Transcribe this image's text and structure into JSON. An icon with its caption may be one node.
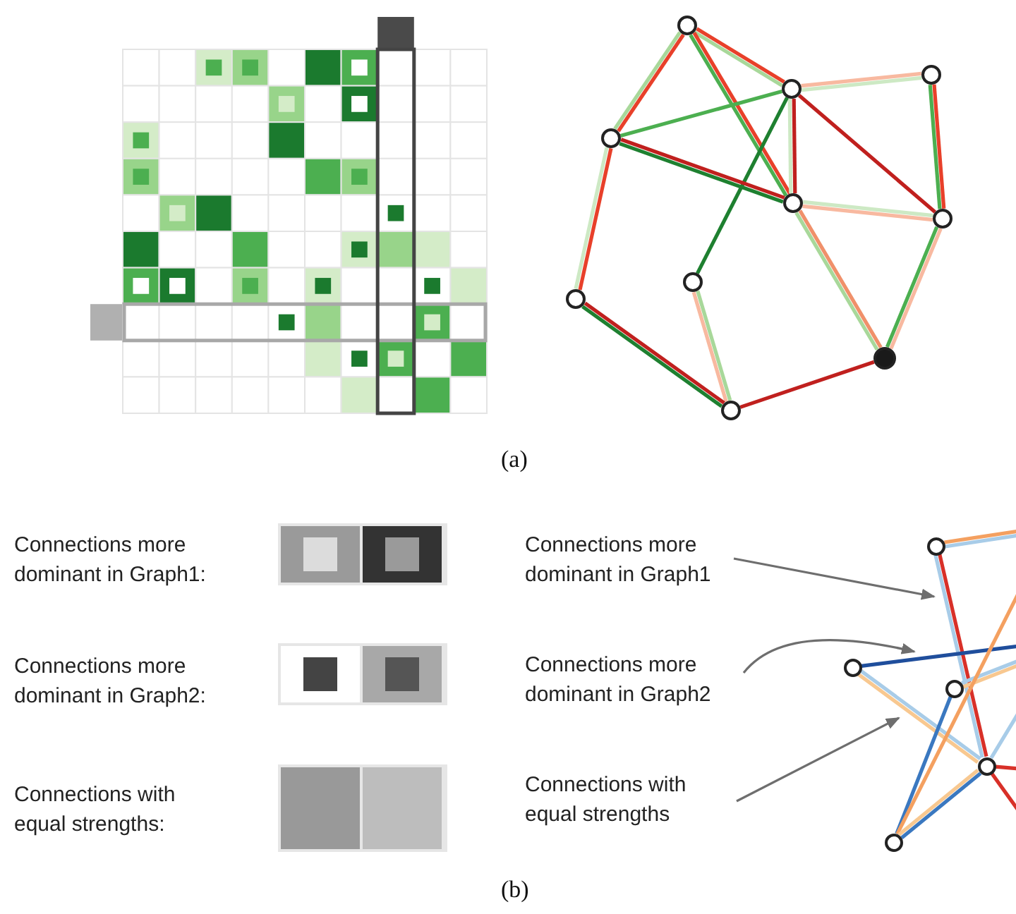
{
  "diagram": {
    "nodes": [
      {
        "text": [],
        "shape": "circle"
      },
      {
        "text": [],
        "shape": "circle"
      },
      {
        "text": [],
        "shape": "circle"
      },
      {
        "text": [],
        "shape": "circle"
      },
      {
        "text": [],
        "shape": "circle"
      },
      {
        "text": [],
        "shape": "circle"
      },
      {
        "text": [],
        "shape": "circle"
      },
      {
        "text": [],
        "shape": "circle"
      },
      {
        "text": [],
        "shape": "circle"
      },
      {
        "text": [],
        "shape": "circle"
      },
      {
        "text": [],
        "shape": "circle"
      },
      {
        "text": [],
        "shape": "circle"
      },
      {
        "text": [],
        "shape": "circle"
      },
      {
        "text": [],
        "shape": "circle"
      },
      {
        "text": [],
        "shape": "circle"
      },
      {
        "text": [
          "Connections more dominant in Graph1"
        ]
      },
      {
        "text": [
          "Connections more dominant in Graph2"
        ]
      },
      {
        "text": [
          "Connections with equal strengths"
        ]
      }
    ],
    "edges": [
      {
        "from": 0,
        "to": 1,
        "arrow": "none",
        "color": "#e8402a"
      },
      {
        "from": 0,
        "to": 1,
        "arrow": "none",
        "color": "#a8d89a"
      },
      {
        "from": 0,
        "to": 3,
        "arrow": "none",
        "color": "#e8402a"
      },
      {
        "from": 0,
        "to": 3,
        "arrow": "none",
        "color": "#a8d89a"
      },
      {
        "from": 0,
        "to": 4,
        "arrow": "none",
        "color": "#e8402a"
      },
      {
        "from": 0,
        "to": 4,
        "arrow": "none",
        "color": "#4caf50"
      },
      {
        "from": 1,
        "to": 3,
        "arrow": "none",
        "color": "#4caf50"
      },
      {
        "from": 1,
        "to": 2,
        "arrow": "none",
        "color": "#f8b9a0"
      },
      {
        "from": 1,
        "to": 2,
        "arrow": "none",
        "color": "#cde9c4"
      },
      {
        "from": 1,
        "to": 4,
        "arrow": "none",
        "color": "#c0201e"
      },
      {
        "from": 1,
        "to": 4,
        "arrow": "none",
        "color": "#cde9c4"
      },
      {
        "from": 1,
        "to": 6,
        "arrow": "none",
        "color": "#1e8030"
      },
      {
        "from": 1,
        "to": 5,
        "arrow": "none",
        "color": "#c0201e"
      },
      {
        "from": 2,
        "to": 5,
        "arrow": "none",
        "color": "#e8402a"
      },
      {
        "from": 2,
        "to": 5,
        "arrow": "none",
        "color": "#4caf50"
      },
      {
        "from": 3,
        "to": 4,
        "arrow": "none",
        "color": "#c0201e"
      },
      {
        "from": 3,
        "to": 4,
        "arrow": "none",
        "color": "#1e8030"
      },
      {
        "from": 3,
        "to": 7,
        "arrow": "none",
        "color": "#e8402a"
      },
      {
        "from": 3,
        "to": 7,
        "arrow": "none",
        "color": "#cde9c4"
      },
      {
        "from": 4,
        "to": 5,
        "arrow": "none",
        "color": "#cde9c4"
      },
      {
        "from": 4,
        "to": 5,
        "arrow": "none",
        "color": "#f8b9a0"
      },
      {
        "from": 4,
        "to": 8,
        "arrow": "none",
        "color": "#f0906a"
      },
      {
        "from": 4,
        "to": 8,
        "arrow": "none",
        "color": "#a8d89a"
      },
      {
        "from": 5,
        "to": 8,
        "arrow": "none",
        "color": "#f8b9a0"
      },
      {
        "from": 5,
        "to": 8,
        "arrow": "none",
        "color": "#4caf50"
      },
      {
        "from": 6,
        "to": 9,
        "arrow": "none",
        "color": "#a8d89a"
      },
      {
        "from": 6,
        "to": 9,
        "arrow": "none",
        "color": "#f8b9a0"
      },
      {
        "from": 7,
        "to": 9,
        "arrow": "none",
        "color": "#c0201e"
      },
      {
        "from": 7,
        "to": 9,
        "arrow": "none",
        "color": "#1e8030"
      },
      {
        "from": 9,
        "to": 8,
        "arrow": "none",
        "color": "#c0201e"
      },
      {
        "from": 10,
        "to": null,
        "arrow": "none",
        "color": "#f4a060"
      },
      {
        "from": 10,
        "to": null,
        "arrow": "none",
        "color": "#a8cce8"
      },
      {
        "from": 10,
        "to": 13,
        "arrow": "none",
        "color": "#d83028"
      },
      {
        "from": 10,
        "to": 13,
        "arrow": "none",
        "color": "#a8cce8"
      },
      {
        "from": 11,
        "to": null,
        "arrow": "none",
        "color": "#1f4e9c"
      },
      {
        "from": 11,
        "to": 13,
        "arrow": "none",
        "color": "#a8cce8"
      },
      {
        "from": 11,
        "to": 13,
        "arrow": "none",
        "color": "#f8c890"
      },
      {
        "from": 12,
        "to": null,
        "arrow": "none",
        "color": "#a8cce8"
      },
      {
        "from": 12,
        "to": null,
        "arrow": "none",
        "color": "#f8c890"
      },
      {
        "from": 14,
        "to": 12,
        "arrow": "none",
        "color": "#3a78c0"
      },
      {
        "from": 14,
        "to": null,
        "arrow": "none",
        "color": "#f4a060"
      },
      {
        "from": 13,
        "to": 14,
        "arrow": "none",
        "color": "#3a78c0"
      },
      {
        "from": 13,
        "to": 14,
        "arrow": "none",
        "color": "#f8c890"
      },
      {
        "from": 13,
        "to": null,
        "arrow": "none",
        "color": "#d83028"
      },
      {
        "from": 13,
        "to": null,
        "arrow": "none",
        "color": "#d83028"
      },
      {
        "from": 13,
        "to": null,
        "arrow": "none",
        "color": "#a8cce8"
      },
      {
        "from": 15,
        "to": null,
        "arrow": "to",
        "color": "#6e6e6e"
      },
      {
        "from": 16,
        "to": null,
        "arrow": "to",
        "color": "#6e6e6e"
      },
      {
        "from": 17,
        "to": null,
        "arrow": "to",
        "color": "#6e6e6e"
      }
    ],
    "labels": [
      "(a)",
      "(b)"
    ],
    "legend": [
      {
        "text": "Connections more dominant in Graph1:"
      },
      {
        "text": "Connections more dominant in Graph2:"
      },
      {
        "text": "Connections with equal strengths:"
      }
    ]
  }
}
